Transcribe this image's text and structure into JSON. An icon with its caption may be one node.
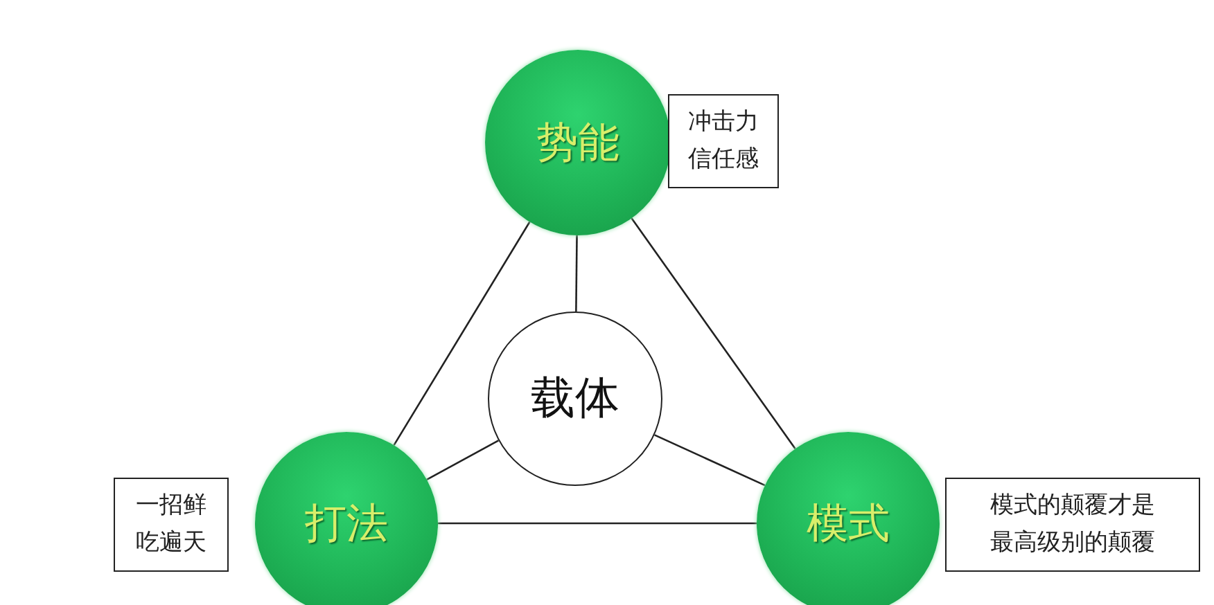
{
  "diagram": {
    "nodes": [
      {
        "text": [
          "势能"
        ]
      },
      {
        "text": [
          "冲击力信任感"
        ]
      },
      {
        "text": [
          "载体"
        ]
      },
      {
        "text": [
          "一招鲜吃遍天"
        ]
      },
      {
        "text": [
          "打法"
        ]
      },
      {
        "text": [
          "模式"
        ]
      },
      {
        "text": [
          "模式的颠覆才是最高级别的颠覆"
        ]
      }
    ],
    "edges": [
      {
        "from": 0,
        "to": 4,
        "arrow": "none"
      },
      {
        "from": 0,
        "to": 5,
        "arrow": "none"
      },
      {
        "from": 4,
        "to": 5,
        "arrow": "none"
      },
      {
        "from": 0,
        "to": 2,
        "arrow": "none"
      },
      {
        "from": 2,
        "to": 4,
        "arrow": "none"
      },
      {
        "from": 2,
        "to": 5,
        "arrow": "none"
      }
    ]
  }
}
